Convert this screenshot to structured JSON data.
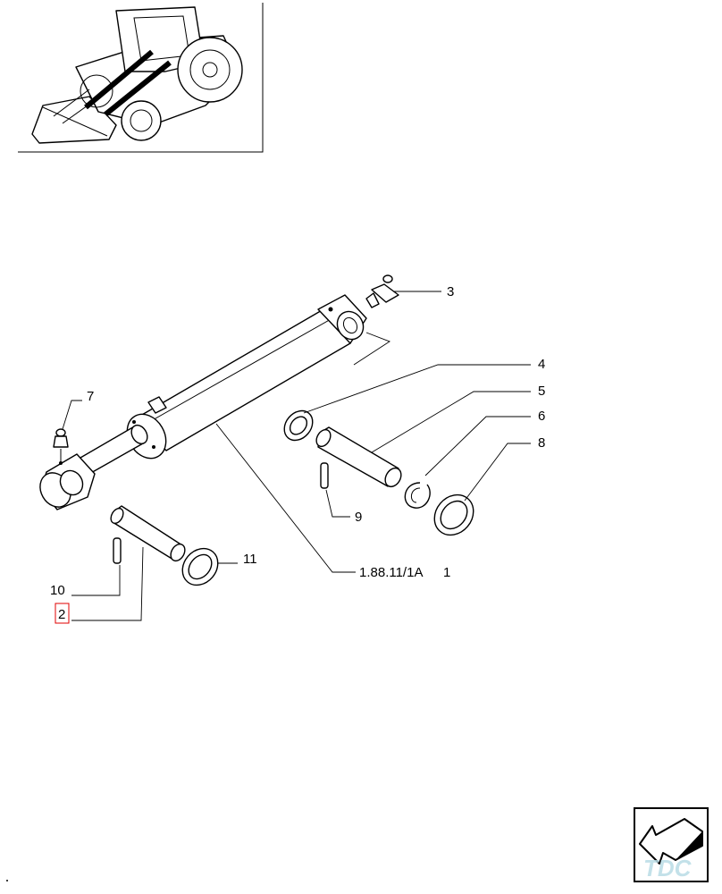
{
  "callouts": {
    "c1": "1.88.11/1A",
    "c1b": "1",
    "c2": "2",
    "c3": "3",
    "c4": "4",
    "c5": "5",
    "c6": "6",
    "c7": "7",
    "c8": "8",
    "c9": "9",
    "c10": "10",
    "c11": "11"
  },
  "logo": {
    "text": "TDC",
    "icon": "navigation-arrow-icon"
  },
  "thumbnail": {
    "subject": "backhoe-loader-tractor"
  },
  "highlight": {
    "color": "#e00000",
    "target": "c2"
  }
}
